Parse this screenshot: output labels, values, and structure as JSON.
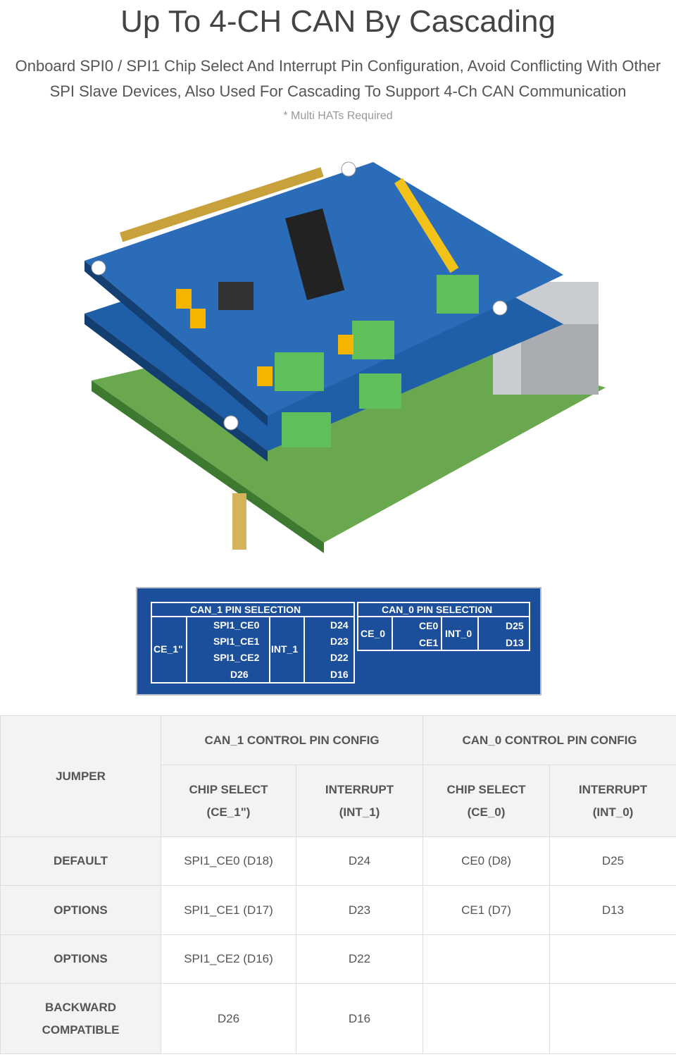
{
  "header": {
    "title": "Up To 4-CH CAN By Cascading",
    "subtitle_line1": "Onboard SPI0 / SPI1 Chip Select And Interrupt Pin Configuration, Avoid Conflicting With Other",
    "subtitle_line2": "SPI Slave Devices, Also Used For Cascading To Support 4-Ch CAN Communication",
    "note": "* Multi HATs Required"
  },
  "pcb_label": {
    "can1_title": "CAN_1 PIN SELECTION",
    "can0_title": "CAN_0 PIN SELECTION",
    "ce1": "CE_1\"",
    "int1": "INT_1",
    "ce0": "CE_0",
    "int0": "INT_0",
    "can1_cs": [
      "SPI1_CE0",
      "SPI1_CE1",
      "SPI1_CE2",
      "D26"
    ],
    "can1_int": [
      "D24",
      "D23",
      "D22",
      "D16"
    ],
    "can0_cs": [
      "CE0",
      "CE1"
    ],
    "can0_int": [
      "D25",
      "D13"
    ]
  },
  "table": {
    "jumper": "JUMPER",
    "can1_group": "CAN_1 CONTROL PIN CONFIG",
    "can0_group": "CAN_0 CONTROL PIN CONFIG",
    "cols": [
      {
        "l1": "CHIP SELECT",
        "l2": "(CE_1\")"
      },
      {
        "l1": "INTERRUPT",
        "l2": "(INT_1)"
      },
      {
        "l1": "CHIP SELECT",
        "l2": "(CE_0)"
      },
      {
        "l1": "INTERRUPT",
        "l2": "(INT_0)"
      }
    ],
    "rows": [
      {
        "label": "DEFAULT",
        "cells": [
          "SPI1_CE0 (D18)",
          "D24",
          "CE0 (D8)",
          "D25"
        ]
      },
      {
        "label": "OPTIONS",
        "cells": [
          "SPI1_CE1 (D17)",
          "D23",
          "CE1 (D7)",
          "D13"
        ]
      },
      {
        "label": "OPTIONS",
        "cells": [
          "SPI1_CE2 (D16)",
          "D22",
          "",
          ""
        ]
      },
      {
        "label": "BACKWARD COMPATIBLE",
        "cells": [
          "D26",
          "D16",
          "",
          ""
        ]
      }
    ]
  }
}
